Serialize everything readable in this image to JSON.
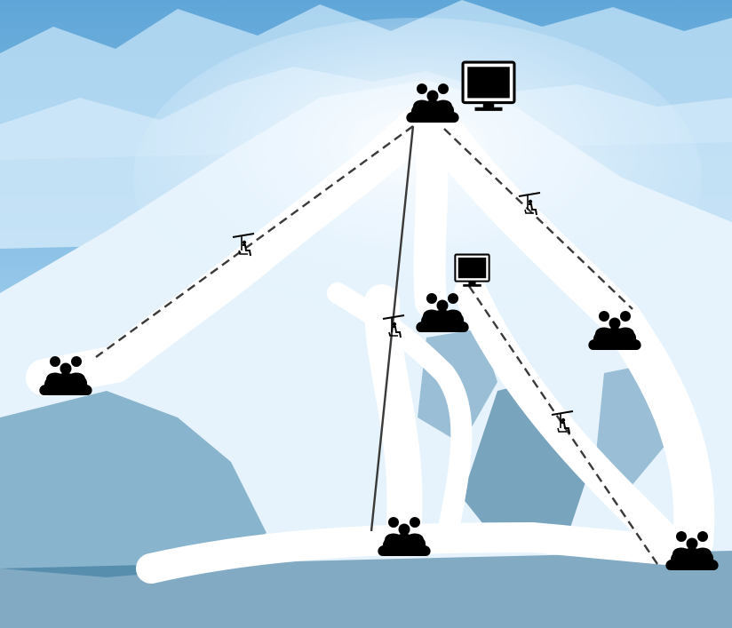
{
  "map": {
    "colors": {
      "sky_mountain": "#6fb0dd",
      "snow": "#ffffff",
      "forest": "#2f6f93",
      "lift_line": "#3a3a3a",
      "icon": "#000000"
    },
    "lodges": [
      {
        "id": "summit",
        "icon": "lodge-group-icon"
      },
      {
        "id": "west-base",
        "icon": "lodge-group-icon"
      },
      {
        "id": "mid-center",
        "icon": "lodge-group-icon"
      },
      {
        "id": "mid-east",
        "icon": "lodge-group-icon"
      },
      {
        "id": "south-base",
        "icon": "lodge-group-icon"
      },
      {
        "id": "east-base",
        "icon": "lodge-group-icon"
      }
    ],
    "monitors": [
      {
        "id": "summit-monitor",
        "icon": "monitor-icon"
      },
      {
        "id": "mid-monitor",
        "icon": "monitor-icon"
      }
    ],
    "lifts": [
      {
        "id": "west-lift",
        "from": "west-base",
        "to": "summit",
        "style": "dashed"
      },
      {
        "id": "center-lift",
        "from": "south-base",
        "to": "summit",
        "style": "solid"
      },
      {
        "id": "east-lift",
        "from": "mid-east",
        "to": "summit",
        "style": "dashed"
      },
      {
        "id": "mid-lift",
        "from": "east-base",
        "to": "mid-center",
        "style": "dashed"
      }
    ]
  }
}
